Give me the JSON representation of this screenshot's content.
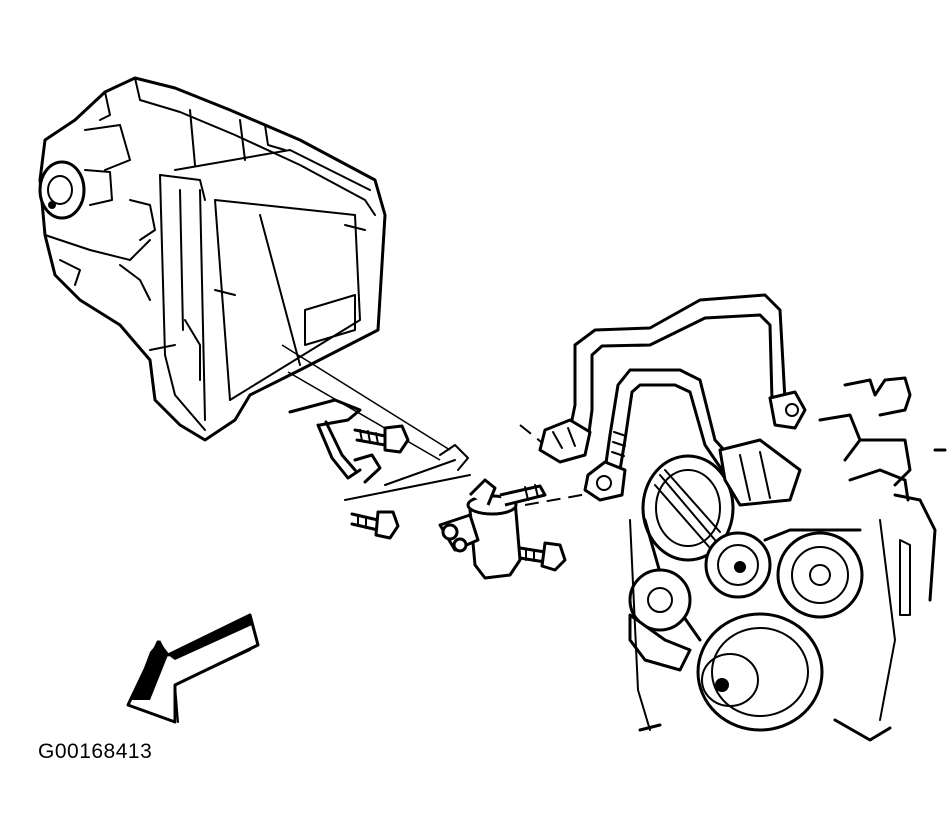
{
  "figure": {
    "id_label": "G00168413"
  },
  "parts": {
    "hvac_module": "hvac-module",
    "accumulator": "accumulator",
    "accumulator_bracket": "accumulator-bracket",
    "bolts": [
      "upper-bolt",
      "lower-left-bolt",
      "lower-right-bolt"
    ],
    "ac_lines": [
      "refrigerant-hose-upper",
      "refrigerant-line-lower"
    ],
    "engine": "engine-front-accessory-drive"
  },
  "direction_arrow": {
    "icon": "front-direction-arrow-icon",
    "orientation": "lower-left"
  }
}
